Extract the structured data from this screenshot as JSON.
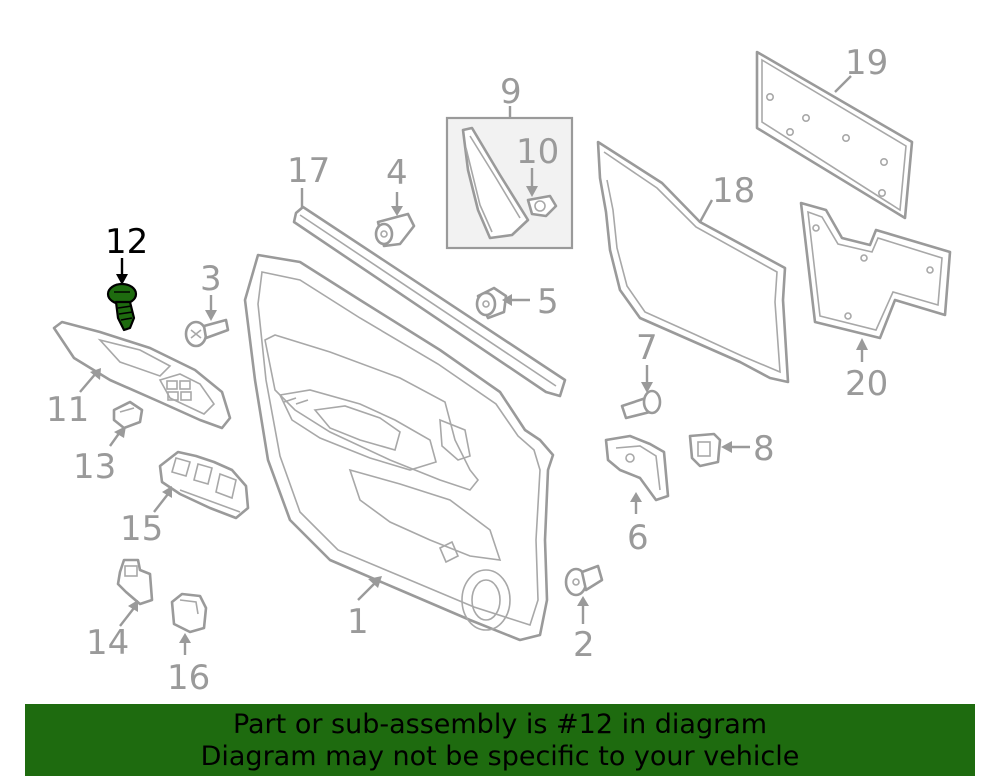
{
  "labels": {
    "p1": "1",
    "p2": "2",
    "p3": "3",
    "p4": "4",
    "p5": "5",
    "p6": "6",
    "p7": "7",
    "p8": "8",
    "p9": "9",
    "p10": "10",
    "p11": "11",
    "p12": "12",
    "p13": "13",
    "p14": "14",
    "p15": "15",
    "p16": "16",
    "p17": "17",
    "p18": "18",
    "p19": "19",
    "p20": "20"
  },
  "highlight_color": "#1e6b0f",
  "banner": {
    "line1": "Part or sub-assembly is #12 in diagram",
    "line2": "Diagram may not be specific to your vehicle"
  }
}
